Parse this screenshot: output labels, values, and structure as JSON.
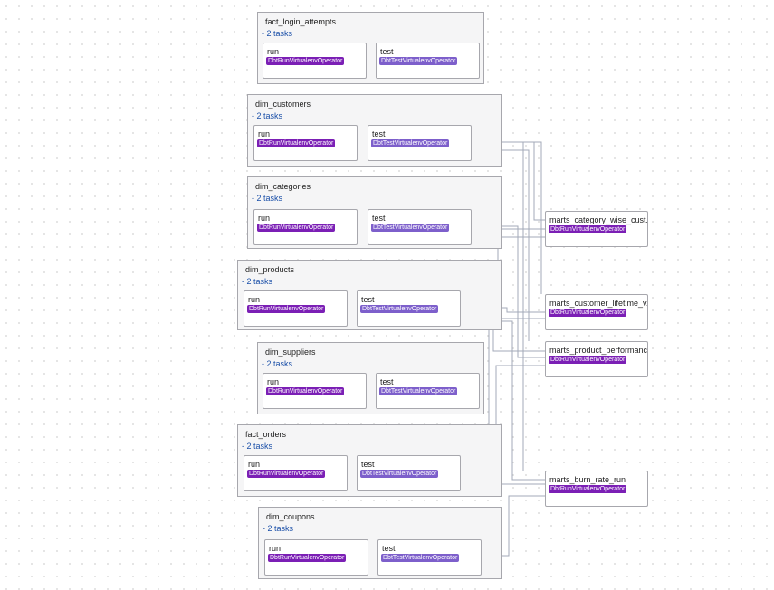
{
  "colors": {
    "edge": "#a3aab8",
    "group_border": "#a7a7ad",
    "group_bg": "#f5f5f6",
    "task_count": "#1a4fa8",
    "run_badge": "#7b1fb5",
    "test_badge": "#7d5fcb"
  },
  "task_group_sub": "- 2 tasks",
  "groups": [
    {
      "id": "fact_login_attempts",
      "title": "fact_login_attempts",
      "run": {
        "label": "run",
        "operator": "DbtRunVirtualenvOperator"
      },
      "test": {
        "label": "test",
        "operator": "DbtTestVirtualenvOperator"
      }
    },
    {
      "id": "dim_customers",
      "title": "dim_customers",
      "run": {
        "label": "run",
        "operator": "DbtRunVirtualenvOperator"
      },
      "test": {
        "label": "test",
        "operator": "DbtTestVirtualenvOperator"
      }
    },
    {
      "id": "dim_categories",
      "title": "dim_categories",
      "run": {
        "label": "run",
        "operator": "DbtRunVirtualenvOperator"
      },
      "test": {
        "label": "test",
        "operator": "DbtTestVirtualenvOperator"
      }
    },
    {
      "id": "dim_products",
      "title": "dim_products",
      "run": {
        "label": "run",
        "operator": "DbtRunVirtualenvOperator"
      },
      "test": {
        "label": "test",
        "operator": "DbtTestVirtualenvOperator"
      }
    },
    {
      "id": "dim_suppliers",
      "title": "dim_suppliers",
      "run": {
        "label": "run",
        "operator": "DbtRunVirtualenvOperator"
      },
      "test": {
        "label": "test",
        "operator": "DbtTestVirtualenvOperator"
      }
    },
    {
      "id": "fact_orders",
      "title": "fact_orders",
      "run": {
        "label": "run",
        "operator": "DbtRunVirtualenvOperator"
      },
      "test": {
        "label": "test",
        "operator": "DbtTestVirtualenvOperator"
      }
    },
    {
      "id": "dim_coupons",
      "title": "dim_coupons",
      "run": {
        "label": "run",
        "operator": "DbtRunVirtualenvOperator"
      },
      "test": {
        "label": "test",
        "operator": "DbtTestVirtualenvOperator"
      }
    }
  ],
  "marts": [
    {
      "id": "marts_category",
      "label": "marts_category_wise_cust...",
      "operator": "DbtRunVirtualenvOperator"
    },
    {
      "id": "marts_customer",
      "label": "marts_customer_lifetime_v...",
      "operator": "DbtRunVirtualenvOperator"
    },
    {
      "id": "marts_product",
      "label": "marts_product_performanc...",
      "operator": "DbtRunVirtualenvOperator"
    },
    {
      "id": "marts_burn",
      "label": "marts_burn_rate_run",
      "operator": "DbtRunVirtualenvOperator"
    }
  ]
}
